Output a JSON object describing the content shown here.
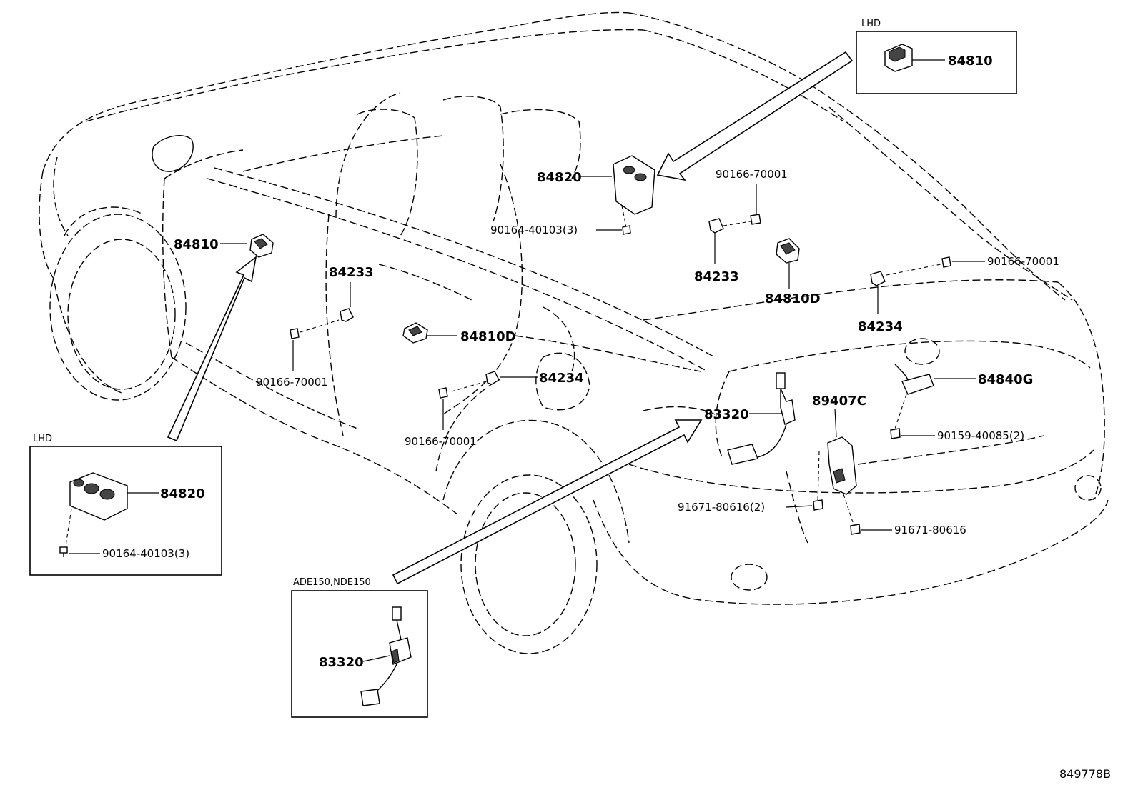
{
  "diagram_code": "849778B",
  "callouts": {
    "lhd_top": {
      "caption": "LHD",
      "part": "84810"
    },
    "lhd_left": {
      "caption": "LHD",
      "part": "84820",
      "bolt": "90164-40103(3)"
    },
    "ade_box": {
      "caption": "ADE150,NDE150",
      "part": "83320"
    }
  },
  "labels": {
    "front_switch_84810": "84810",
    "front_courtesy_84233": "84233",
    "front_bolt_90166": "90166-70001",
    "rear_switch_84810D": "84810D",
    "rear_courtesy_84234": "84234",
    "rear_bolt_90166": "90166-70001",
    "master_switch_84820": "84820",
    "master_bolt_90164": "90164-40103(3)",
    "right_bolt_90166_top": "90166-70001",
    "right_courtesy_84233": "84233",
    "right_switch_84810D": "84810D",
    "right_bolt_90166_rear": "90166-70001",
    "right_courtesy_84234": "84234",
    "fuel_sender_83320": "83320",
    "sensor_89407C": "89407C",
    "trunk_switch_84840G": "84840G",
    "trunk_bolt_90159": "90159-40085(2)",
    "sensor_bolt_91671_2": "91671-80616(2)",
    "sensor_bolt_91671": "91671-80616"
  }
}
